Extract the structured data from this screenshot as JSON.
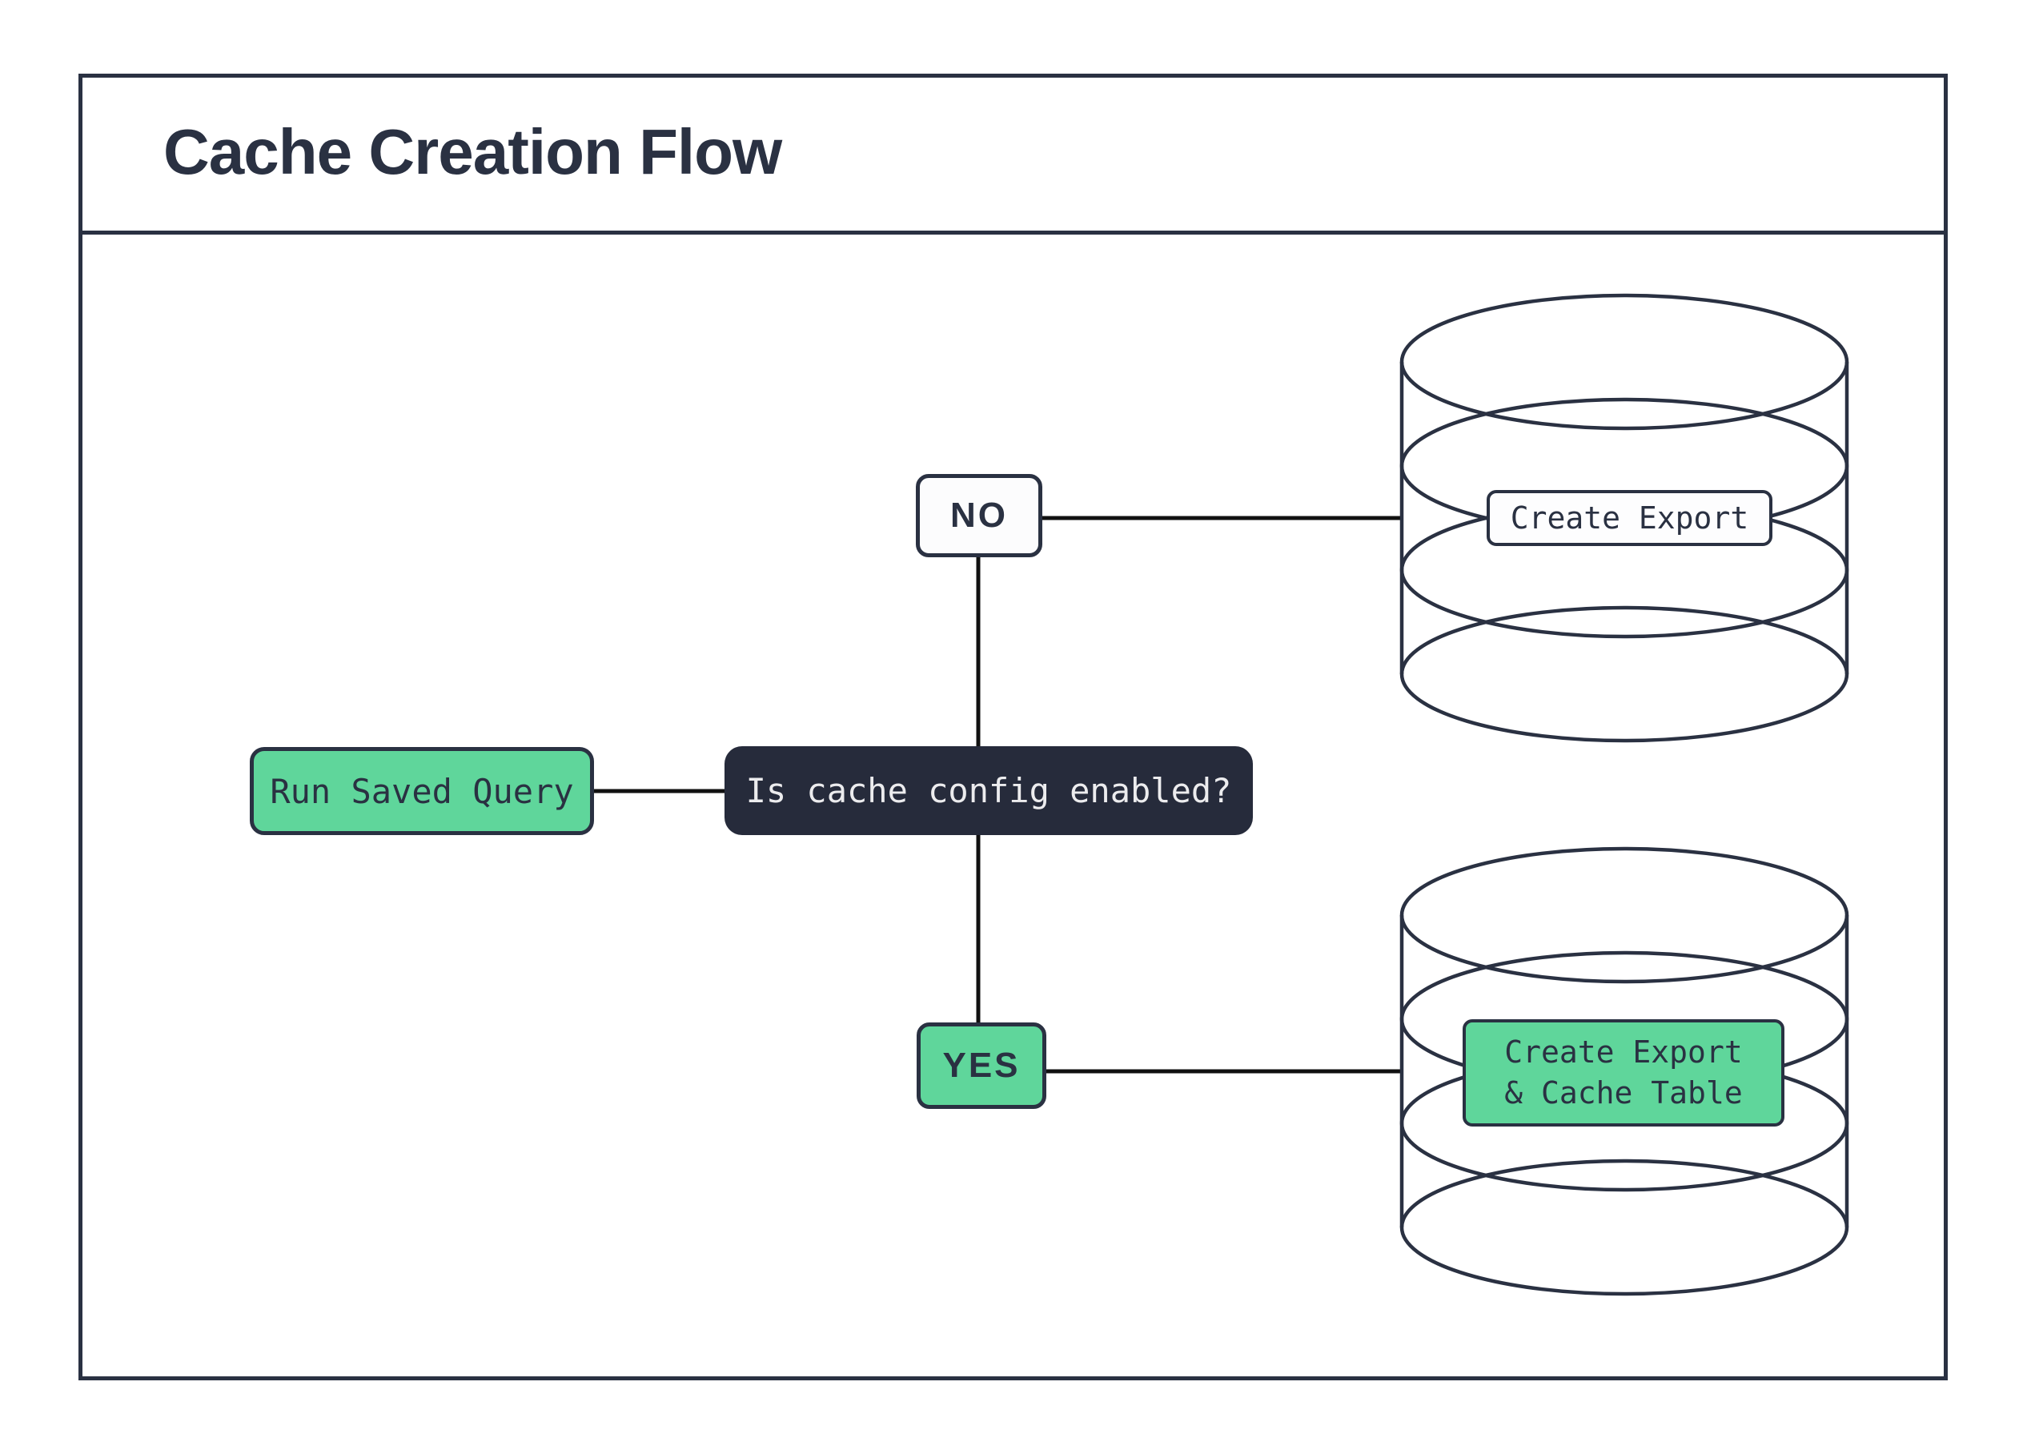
{
  "title": "Cache Creation Flow",
  "nodes": {
    "run_saved_query": {
      "label": "Run Saved Query"
    },
    "decision": {
      "label": "Is cache config enabled?"
    },
    "no_branch": {
      "label": "NO"
    },
    "yes_branch": {
      "label": "YES"
    },
    "create_export": {
      "label": "Create Export"
    },
    "create_export_cache": {
      "line1": "Create Export",
      "line2": "& Cache Table"
    }
  },
  "icons": {
    "top": "database-cylinder-icon",
    "bottom": "database-cylinder-icon"
  },
  "colors": {
    "background": "#ffffff",
    "navy_outline": "#2a3142",
    "decision_fill": "#262b3b",
    "green_fill": "#5fd69b",
    "light_text": "#ececee",
    "dark_text": "#2a3142",
    "connector": "#111111"
  }
}
